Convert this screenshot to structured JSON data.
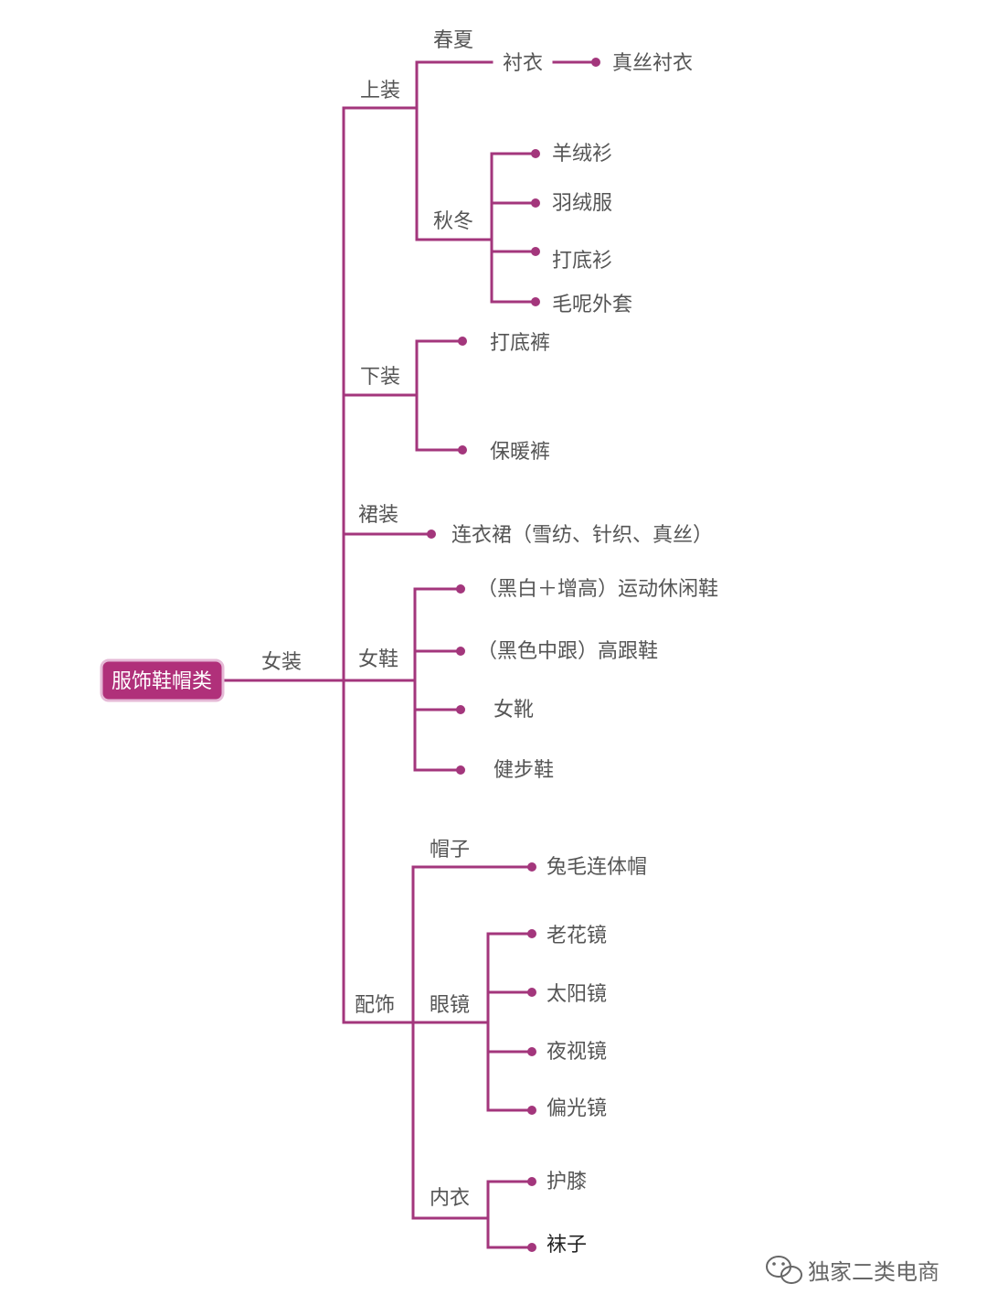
{
  "root": "服饰鞋帽类",
  "level1": "女装",
  "categories": {
    "tops": {
      "label": "上装",
      "spring_summer": "春夏",
      "autumn_winter": "秋冬",
      "shirt": "衬衣",
      "silk_shirt": "真丝衬衣",
      "winter_items": [
        "羊绒衫",
        "羽绒服",
        "打底衫",
        "毛呢外套"
      ]
    },
    "bottoms": {
      "label": "下装",
      "items": [
        "打底裤",
        "保暖裤"
      ]
    },
    "skirts": {
      "label": "裙装",
      "items": [
        "连衣裙（雪纺、针织、真丝）"
      ]
    },
    "shoes": {
      "label": "女鞋",
      "items": [
        "（黑白＋增高）运动休闲鞋",
        "（黑色中跟）高跟鞋",
        "女靴",
        "健步鞋"
      ]
    },
    "accessories": {
      "label": "配饰",
      "hats": {
        "label": "帽子",
        "items": [
          "兔毛连体帽"
        ]
      },
      "glasses": {
        "label": "眼镜",
        "items": [
          "老花镜",
          "太阳镜",
          "夜视镜",
          "偏光镜"
        ]
      },
      "underwear": {
        "label": "内衣",
        "items": [
          "护膝",
          "袜子"
        ]
      }
    }
  },
  "watermark": {
    "text": "独家二类电商",
    "icon": "wechat-icon"
  },
  "colors": {
    "line": "#a3367c",
    "root_fill": "#b0307a",
    "text": "#555555"
  }
}
